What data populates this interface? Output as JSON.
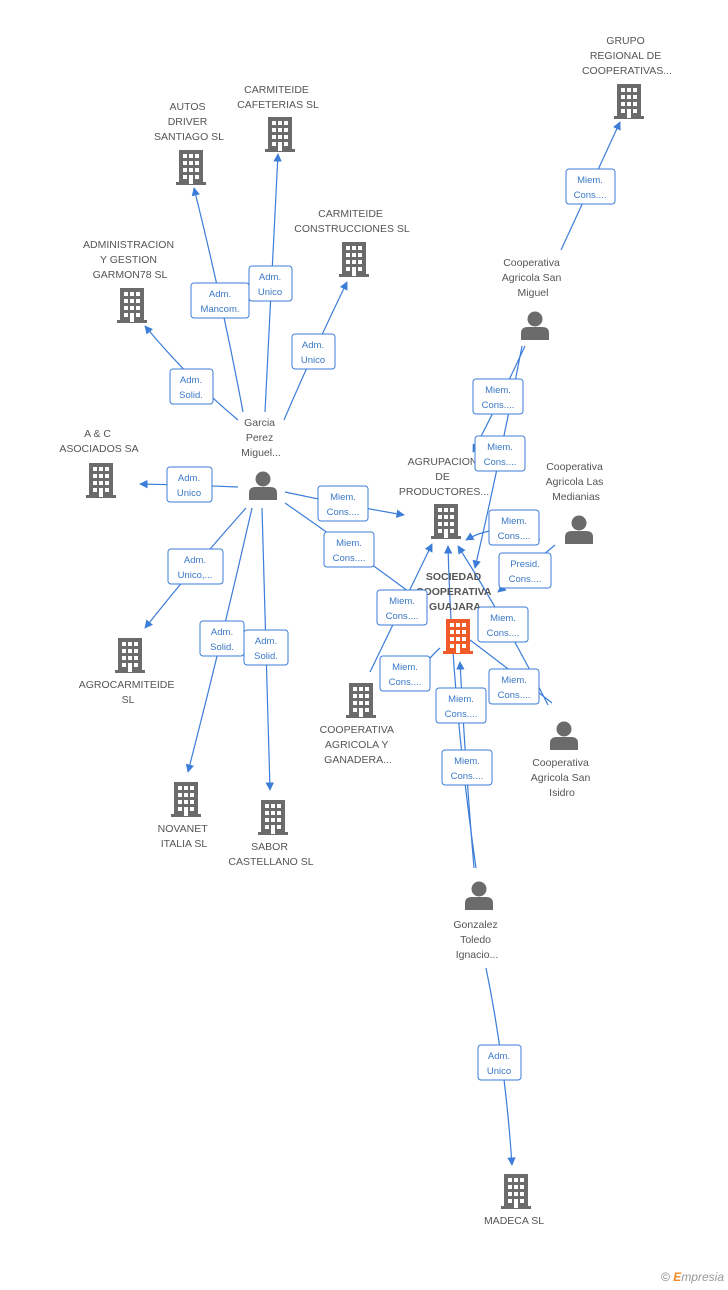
{
  "colors": {
    "edge": "#3b7dd8",
    "node": "#6b6b6b",
    "focus": "#f05a28",
    "label": "#555555",
    "edge_label": "#3a78c6"
  },
  "nodes": {
    "grupo_regional": {
      "type": "company",
      "lines": [
        "GRUPO",
        "REGIONAL DE",
        "COOPERATIVAS..."
      ]
    },
    "carmiteide_cafeterias": {
      "type": "company",
      "lines": [
        "CARMITEIDE",
        "CAFETERIAS SL"
      ]
    },
    "autos_driver": {
      "type": "company",
      "lines": [
        "AUTOS",
        "DRIVER",
        "SANTIAGO  SL"
      ]
    },
    "carmiteide_construcciones": {
      "type": "company",
      "lines": [
        "CARMITEIDE",
        "CONSTRUCCIONES SL"
      ]
    },
    "administracion_garmon": {
      "type": "company",
      "lines": [
        "ADMINISTRACION",
        "Y GESTION",
        "GARMON78 SL"
      ]
    },
    "coop_san_miguel": {
      "type": "person",
      "lines": [
        "Cooperativa",
        "Agricola San",
        "Miguel"
      ]
    },
    "garcia_perez": {
      "type": "person",
      "lines": [
        "Garcia",
        "Perez",
        "Miguel..."
      ]
    },
    "ac_asociados": {
      "type": "company",
      "lines": [
        "A & C",
        "ASOCIADOS SA"
      ]
    },
    "agrupacion": {
      "type": "company",
      "lines": [
        "AGRUPACION",
        "DE",
        "PRODUCTORES..."
      ]
    },
    "coop_las_medianias": {
      "type": "person",
      "lines": [
        "Cooperativa",
        "Agricola Las",
        "Medianias"
      ]
    },
    "sociedad_guajara": {
      "type": "focus",
      "lines": [
        "SOCIEDAD",
        "COOPERATIVA",
        "GUAJARA"
      ]
    },
    "agrocarmiteide": {
      "type": "company",
      "lines": [
        "AGROCARMITEIDE",
        "SL"
      ]
    },
    "coop_agricola_ganadera": {
      "type": "company",
      "lines": [
        "COOPERATIVA",
        "AGRICOLA Y",
        "GANADERA..."
      ]
    },
    "coop_san_isidro": {
      "type": "person",
      "lines": [
        "Cooperativa",
        "Agricola San",
        "Isidro"
      ]
    },
    "novanet": {
      "type": "company",
      "lines": [
        "NOVANET",
        "ITALIA  SL"
      ]
    },
    "sabor_castellano": {
      "type": "company",
      "lines": [
        "SABOR",
        "CASTELLANO SL"
      ]
    },
    "gonzalez_toledo": {
      "type": "person",
      "lines": [
        "Gonzalez",
        "Toledo",
        "Ignacio..."
      ]
    },
    "madeca": {
      "type": "company",
      "lines": [
        "MADECA SL"
      ]
    }
  },
  "edges": {
    "e1": {
      "lines": [
        "Miem.",
        "Cons...."
      ]
    },
    "e2": {
      "lines": [
        "Adm.",
        "Mancom."
      ]
    },
    "e3": {
      "lines": [
        "Adm.",
        "Unico"
      ]
    },
    "e4": {
      "lines": [
        "Adm.",
        "Unico"
      ]
    },
    "e5": {
      "lines": [
        "Adm.",
        "Solid."
      ]
    },
    "e6": {
      "lines": [
        "Adm.",
        "Unico"
      ]
    },
    "e7": {
      "lines": [
        "Miem.",
        "Cons...."
      ]
    },
    "e8": {
      "lines": [
        "Miem.",
        "Cons...."
      ]
    },
    "e9": {
      "lines": [
        "Adm.",
        "Unico,..."
      ]
    },
    "e10": {
      "lines": [
        "Adm.",
        "Solid."
      ]
    },
    "e11": {
      "lines": [
        "Adm.",
        "Solid."
      ]
    },
    "e12": {
      "lines": [
        "Miem.",
        "Cons...."
      ]
    },
    "e13": {
      "lines": [
        "Miem.",
        "Cons...."
      ]
    },
    "e14": {
      "lines": [
        "Miem.",
        "Cons...."
      ]
    },
    "e15": {
      "lines": [
        "Presid.",
        "Cons...."
      ]
    },
    "e16": {
      "lines": [
        "Miem.",
        "Cons...."
      ]
    },
    "e17": {
      "lines": [
        "Miem.",
        "Cons...."
      ]
    },
    "e18": {
      "lines": [
        "Miem.",
        "Cons...."
      ]
    },
    "e19": {
      "lines": [
        "Miem.",
        "Cons...."
      ]
    },
    "e20": {
      "lines": [
        "Miem.",
        "Cons...."
      ]
    },
    "e21": {
      "lines": [
        "Miem.",
        "Cons...."
      ]
    },
    "e22": {
      "lines": [
        "Adm.",
        "Unico"
      ]
    }
  },
  "brand": {
    "copyright": "©",
    "initial": "E",
    "rest": "mpresia"
  }
}
